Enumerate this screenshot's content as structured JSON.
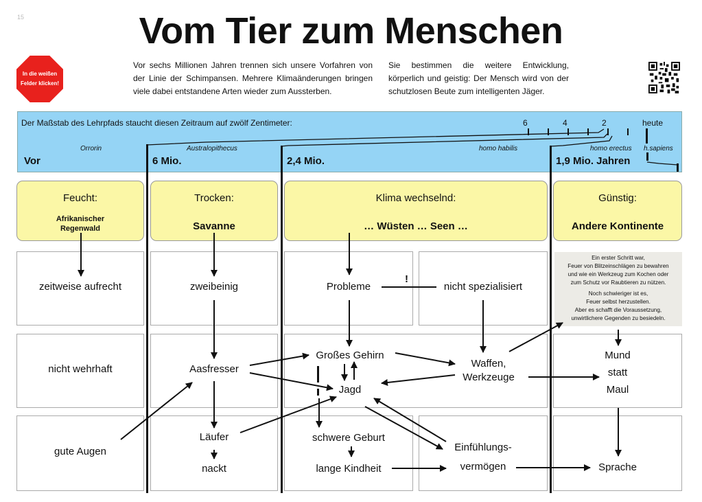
{
  "page_number": "15",
  "title": "Vom Tier zum Menschen",
  "click_hint": [
    "In die weißen",
    "Felder klicken!"
  ],
  "intro_left": "Vor sechs Millionen Jahren trennen sich unsere Vorfahren von der Linie der Schimpansen. Mehrere Klimaänderungen bringen viele dabei entstandene Arten wieder zum  Aussterben.",
  "intro_right": "Sie bestimmen die weitere Entwicklung, körperlich und geistig: Der Mensch wird von der schutzlosen Beute zum intelligenten Jäger.",
  "timeline": {
    "scale_text": "Der Maßstab des Lehrpfads staucht diesen Zeitraum auf zwölf Zentimeter:",
    "scale_numbers": [
      "6",
      "4",
      "2",
      "heute"
    ],
    "species": [
      "Orrorin",
      "Australopithecus",
      "homo habilis",
      "homo erectus",
      "h.sapiens"
    ],
    "periods": [
      "Vor",
      "6 Mio.",
      "2,4 Mio.",
      "1,9 Mio. Jahren"
    ]
  },
  "climate": [
    {
      "heading": "Feucht:",
      "value": "Afrikanischer Regenwald"
    },
    {
      "heading": "Trocken:",
      "value": "Savanne"
    },
    {
      "heading": "Klima wechselnd:",
      "value": "… Wüsten … Seen …"
    },
    {
      "heading": "Günstig:",
      "value": "Andere Kontinente"
    }
  ],
  "nodes": {
    "zeitweise_aufrecht": "zeitweise aufrecht",
    "zweibeinig": "zweibeinig",
    "probleme": "Probleme",
    "exclamation": "!",
    "nicht_spezialisiert": "nicht spezialisiert",
    "nicht_wehrhaft": "nicht wehrhaft",
    "aasfresser": "Aasfresser",
    "grosses_gehirn": "Großes Gehirn",
    "jagd": "Jagd",
    "waffen": "Waffen,",
    "werkzeuge": "Werkzeuge",
    "mund": "Mund",
    "statt": "statt",
    "maul": "Maul",
    "gute_augen": "gute Augen",
    "laeufer": "Läufer",
    "nackt": "nackt",
    "schwere_geburt": "schwere Geburt",
    "lange_kindheit": "lange Kindheit",
    "einfuehlungs": "Einfühlungs-",
    "vermoegen": "vermögen",
    "sprache": "Sprache"
  },
  "note": [
    "Ein erster Schritt war,",
    "Feuer von Blitzeinschlägen zu bewahren",
    "und wie ein Werkzeug zum Kochen oder",
    "zum Schutz vor Raubtieren zu nützen.",
    "Noch schwieriger ist es,",
    "Feuer selbst herzustellen.",
    "Aber es schafft die Voraussetzung,",
    "unwirtlichere Gegenden zu besiedeln."
  ],
  "colors": {
    "timeline_band": "#95d4f5",
    "climate_box": "#fbf7a6",
    "note_box": "#ecebe6",
    "octagon": "#e8211d"
  },
  "icons": [
    "qr-code-icon",
    "stop-octagon-icon"
  ]
}
